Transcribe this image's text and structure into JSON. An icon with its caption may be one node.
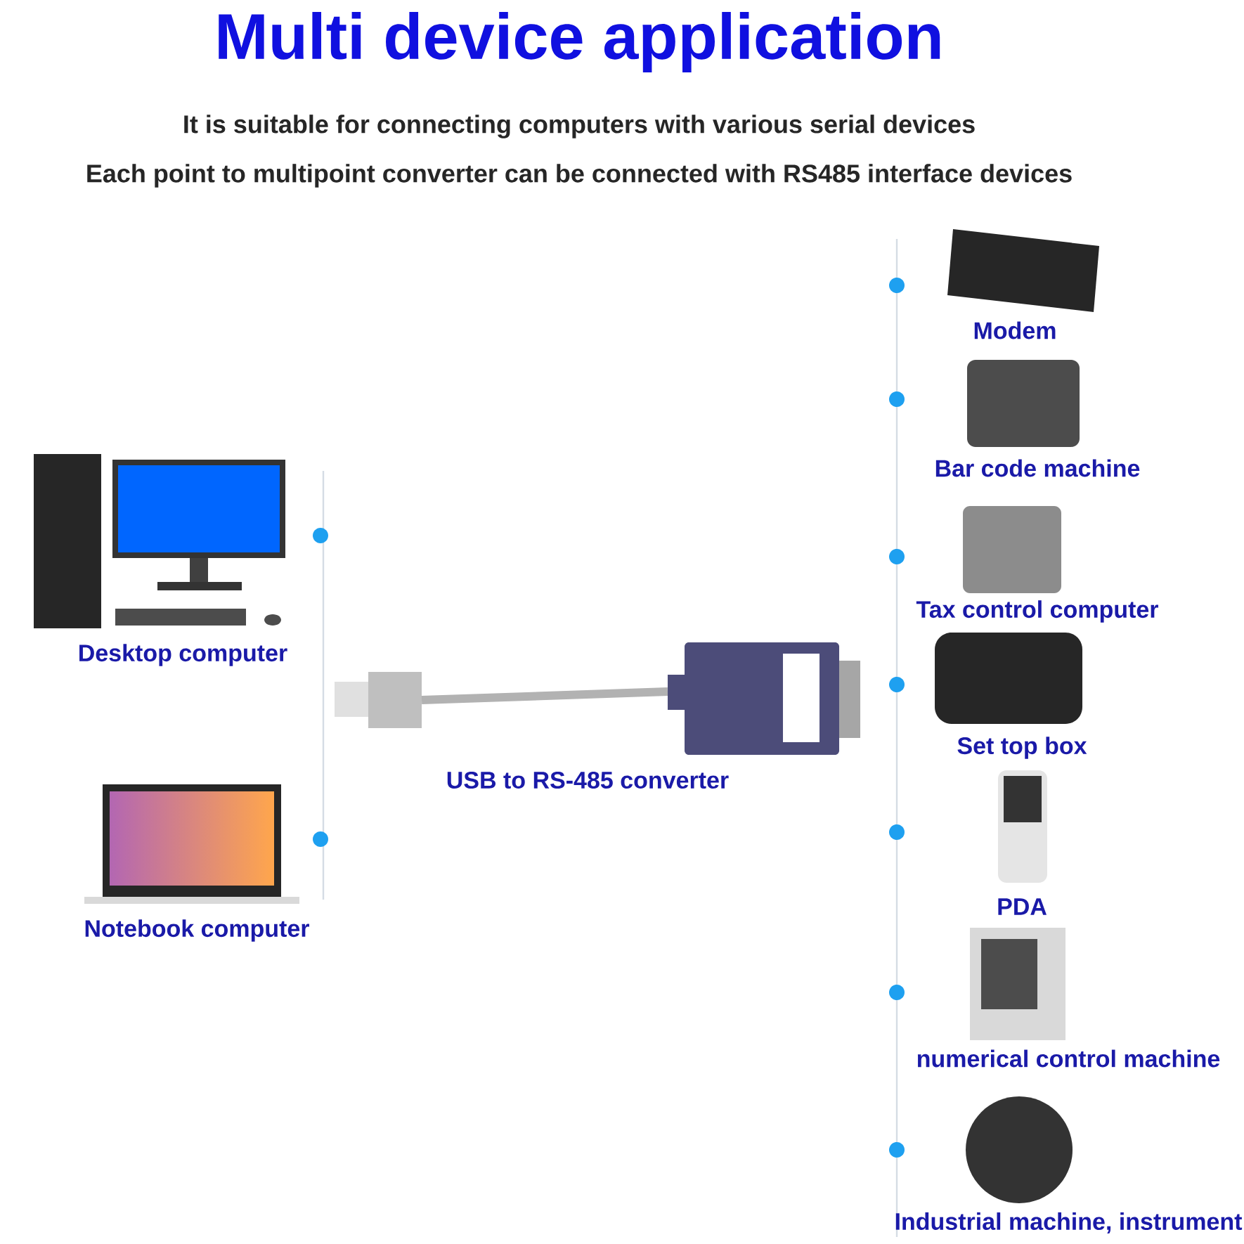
{
  "diagram": {
    "title": "Multi device application",
    "nodes": [
      {
        "text": [
          "Desktop computer"
        ]
      },
      {
        "text": [
          "Notebook computer"
        ]
      },
      {
        "text": [
          "USB to RS-485  converter"
        ]
      },
      {
        "text": [
          "Modem"
        ]
      },
      {
        "text": [
          "Bar code machine"
        ]
      },
      {
        "text": [
          "Tax control computer"
        ]
      },
      {
        "text": [
          "Set top box"
        ]
      },
      {
        "text": [
          "PDA"
        ]
      },
      {
        "text": [
          "numerical control machine"
        ]
      },
      {
        "text": [
          "Industrial machine, instrument"
        ]
      }
    ],
    "labels": [
      "It is suitable for connecting computers with various serial devices",
      "Each point to multipoint converter can be connected with RS485 interface devices"
    ]
  }
}
